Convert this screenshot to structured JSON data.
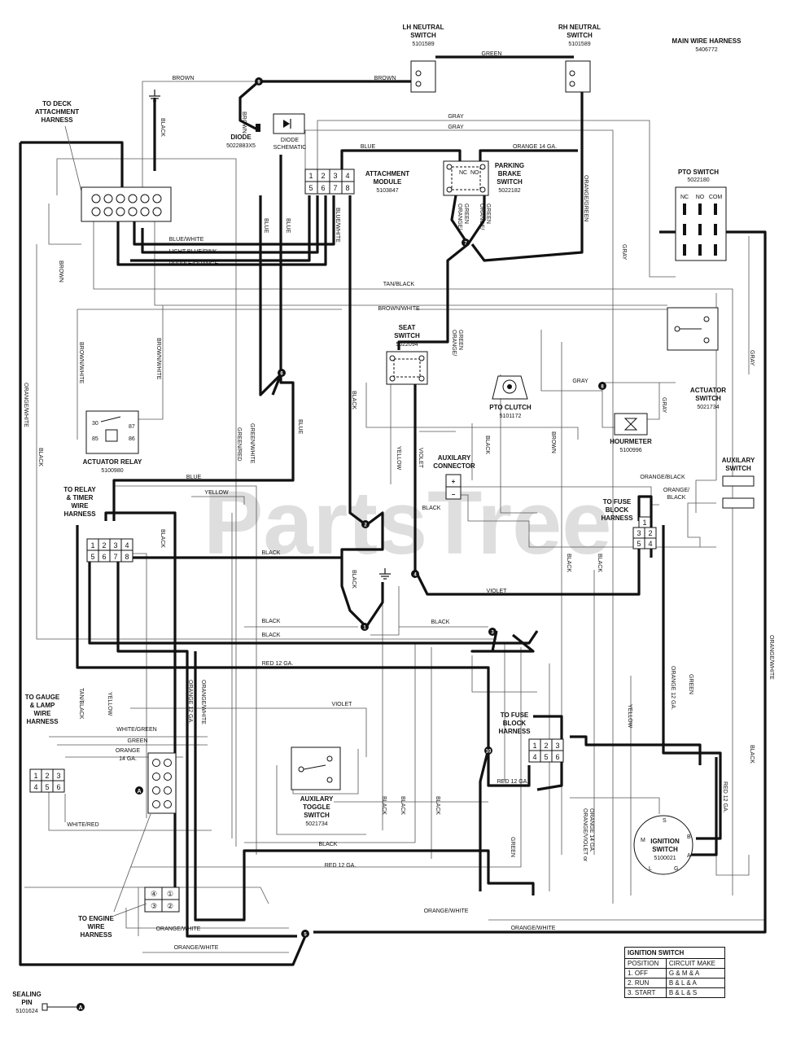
{
  "watermark": "PartsTree",
  "harness": {
    "title": "MAIN WIRE HARNESS",
    "part": "5406772"
  },
  "components": {
    "lh_neutral": {
      "title1": "LH NEUTRAL",
      "title2": "SWITCH",
      "part": "5101589"
    },
    "rh_neutral": {
      "title1": "RH NEUTRAL",
      "title2": "SWITCH",
      "part": "5101589"
    },
    "deck_harness": {
      "l1": "TO DECK",
      "l2": "ATTACHMENT",
      "l3": "HARNESS"
    },
    "diode": {
      "title": "DIODE",
      "part": "5022883X5"
    },
    "diode_schematic": {
      "l1": "DIODE",
      "l2": "SCHEMATIC"
    },
    "attachment_module": {
      "l1": "ATTACHMENT",
      "l2": "MODULE",
      "part": "5103847"
    },
    "parking_brake": {
      "l1": "PARKING",
      "l2": "BRAKE",
      "l3": "SWITCH",
      "part": "5022182"
    },
    "pto_switch": {
      "title": "PTO SWITCH",
      "part": "5022180"
    },
    "seat_switch": {
      "l1": "SEAT",
      "l2": "SWITCH",
      "part": "5022094"
    },
    "pto_clutch": {
      "title": "PTO CLUTCH",
      "part": "5101172"
    },
    "actuator_switch": {
      "l1": "ACTUATOR",
      "l2": "SWITCH",
      "part": "5021734"
    },
    "hourmeter": {
      "title": "HOURMETER",
      "part": "5100996"
    },
    "actuator_relay": {
      "title": "ACTUATOR RELAY",
      "part": "5100980"
    },
    "aux_connector": {
      "l1": "AUXILARY",
      "l2": "CONNECTOR"
    },
    "aux_switch": {
      "l1": "AUXILARY",
      "l2": "SWITCH"
    },
    "relay_timer": {
      "l1": "TO RELAY",
      "l2": "& TIMER",
      "l3": "WIRE",
      "l4": "HARNESS"
    },
    "fuse_block_1": {
      "l1": "TO FUSE",
      "l2": "BLOCK",
      "l3": "HARNESS"
    },
    "fuse_block_2": {
      "l1": "TO FUSE",
      "l2": "BLOCK",
      "l3": "HARNESS"
    },
    "gauge_lamp": {
      "l1": "TO GAUGE",
      "l2": "& LAMP",
      "l3": "WIRE",
      "l4": "HARNESS"
    },
    "aux_toggle": {
      "l1": "AUXILARY",
      "l2": "TOGGLE",
      "l3": "SWITCH",
      "part": "5021734"
    },
    "engine_harness": {
      "l1": "TO ENGINE",
      "l2": "WIRE",
      "l3": "HARNESS"
    },
    "ignition_switch": {
      "l1": "IGNITION",
      "l2": "SWITCH",
      "part": "5100021"
    },
    "sealing_pin": {
      "l1": "SEALING",
      "l2": "PIN",
      "part": "5101624"
    }
  },
  "switch_terms": {
    "nc": "NC",
    "no": "NO",
    "com": "COM"
  },
  "ign_terms": {
    "m": "M",
    "s": "S",
    "b": "B",
    "a": "A",
    "l": "L",
    "g": "G"
  },
  "relay_terms": {
    "t30": "30",
    "t87": "87",
    "t85": "85",
    "t86": "86"
  },
  "connector_pins": [
    "1",
    "2",
    "3",
    "4",
    "5",
    "6",
    "7",
    "8"
  ],
  "wire_labels": {
    "brown": "BROWN",
    "green": "GREEN",
    "gray": "GRAY",
    "black": "BLACK",
    "blue": "BLUE",
    "orange14": "ORANGE 14 GA.",
    "orange_green": "ORANGE/GREEN",
    "blue_white": "BLUE/WHITE",
    "light_blue_pink": "LIGHT BLUE/PINK",
    "purple_orange": "PURPLE/ORANGE",
    "tan_black": "TAN/BLACK",
    "brown_white": "BROWN/WHITE",
    "orange_white": "ORANGE/WHITE",
    "green_red": "GREEN/RED",
    "green_white": "GREEN/WHITE",
    "yellow": "YELLOW",
    "violet": "VIOLET",
    "orange_black": "ORANGE/BLACK",
    "orange_slash_black": "ORANGE/ BLACK",
    "red12": "RED 12 GA.",
    "orange12": "ORANGE 12 GA.",
    "white_green": "WHITE/GREEN",
    "white_red": "WHITE/RED",
    "orange_14": "ORANGE 14 GA.",
    "orange_violet": "ORANGE/VIOLET or ORANGE 14 GA."
  },
  "callouts": {
    "a": "A"
  },
  "splices": [
    "1",
    "2",
    "3",
    "4",
    "5",
    "6",
    "7",
    "8",
    "9",
    "10"
  ],
  "ignition_table": {
    "title": "IGNITION SWITCH",
    "headers": [
      "POSITION",
      "CIRCUIT MAKE"
    ],
    "rows": [
      [
        "1. OFF",
        "G & M & A"
      ],
      [
        "2. RUN",
        "B & L & A"
      ],
      [
        "3. START",
        "B & L & S"
      ]
    ]
  }
}
